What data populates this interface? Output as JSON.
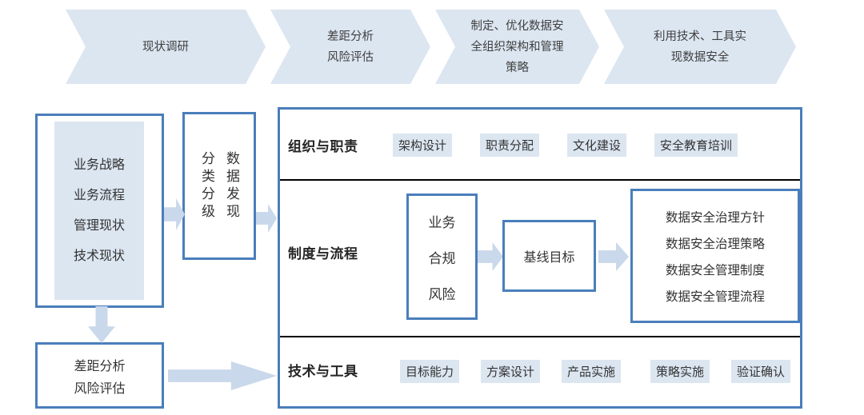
{
  "banner": {
    "steps": [
      {
        "lines": [
          "现状调研"
        ]
      },
      {
        "lines": [
          "差距分析",
          "风险评估"
        ]
      },
      {
        "lines": [
          "制定、优化数据安",
          "全组织架构和管理",
          "策略"
        ]
      },
      {
        "lines": [
          "利用技术、工具实",
          "现数据安全"
        ]
      }
    ]
  },
  "left": {
    "current_box": {
      "items": [
        "业务战略",
        "业务流程",
        "管理现状",
        "技术现状"
      ]
    },
    "gap_box": {
      "items": [
        "差距分析",
        "风险评估"
      ]
    },
    "classify_box": {
      "col_right": "数据发现",
      "col_left": "分类分级"
    }
  },
  "panel": {
    "rows": [
      {
        "label": "组织与职责",
        "tags": [
          "架构设计",
          "职责分配",
          "文化建设",
          "安全教育培训"
        ]
      },
      {
        "label": "制度与流程",
        "inputs": [
          "业务",
          "合规",
          "风险"
        ],
        "baseline": "基线目标",
        "outputs": [
          "数据安全治理方针",
          "数据安全治理策略",
          "数据安全管理制度",
          "数据安全管理流程"
        ]
      },
      {
        "label": "技术与工具",
        "tags": [
          "目标能力",
          "方案设计",
          "产品实施",
          "策略实施",
          "验证确认"
        ]
      }
    ]
  },
  "colors": {
    "chevron_fill": "#dce6f1",
    "box_border": "#4a7ebb",
    "arrow_fill": "#c9d8ea",
    "tag_fill": "#dce6f1",
    "divider": "#000000"
  }
}
